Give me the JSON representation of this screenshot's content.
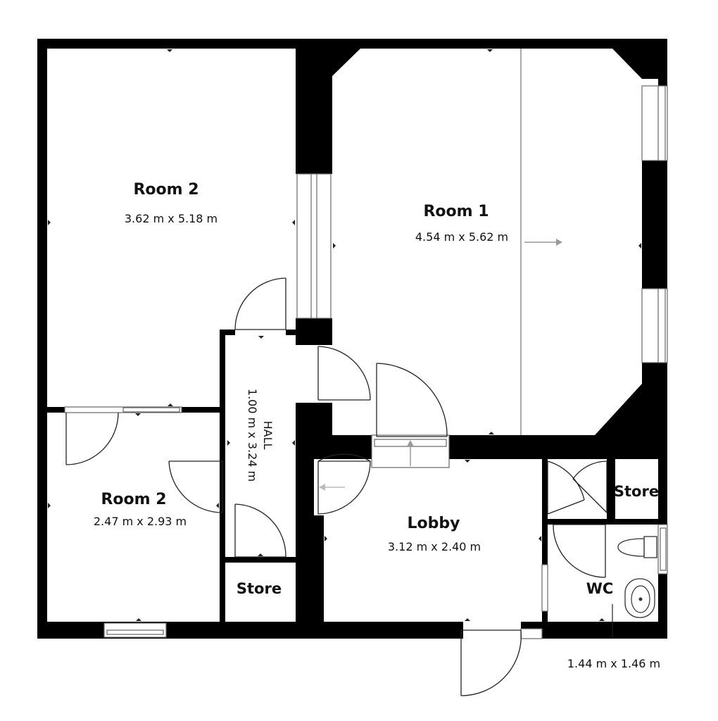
{
  "rooms": [
    {
      "id": "room2-large",
      "name": "Room 2",
      "dims": "3.62 m x 5.18 m"
    },
    {
      "id": "room1",
      "name": "Room 1",
      "dims": "4.54 m x 5.62 m"
    },
    {
      "id": "room2-small",
      "name": "Room 2",
      "dims": "2.47 m x 2.93 m"
    },
    {
      "id": "hall",
      "name": "HALL",
      "dims": "1.00 m x 3.24 m"
    },
    {
      "id": "lobby",
      "name": "Lobby",
      "dims": "3.12 m x 2.40 m"
    },
    {
      "id": "store-hall",
      "name": "Store",
      "dims": ""
    },
    {
      "id": "store-right",
      "name": "Store",
      "dims": ""
    },
    {
      "id": "wc",
      "name": "WC",
      "dims": "1.44 m x 1.46 m"
    }
  ],
  "icons": {
    "toilet": "toilet-icon",
    "sink": "sink-icon",
    "door": "door-swing-icon",
    "window": "window-icon",
    "direction": "direction-arrow-icon"
  },
  "colors": {
    "wall": "#000000",
    "background": "#ffffff",
    "arrow": "#999999"
  }
}
